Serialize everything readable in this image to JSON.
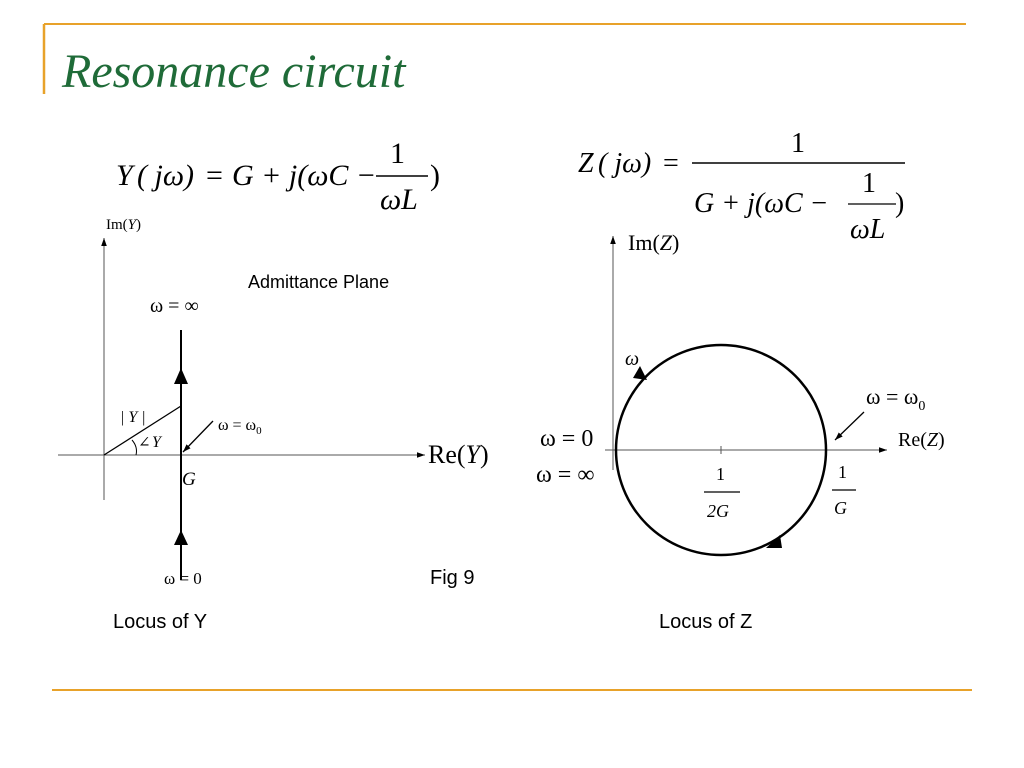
{
  "slide": {
    "title": "Resonance circuit",
    "accent_color": "#e8a22a",
    "title_color": "#1f6b38"
  },
  "eq_y": {
    "lhs_fn": "Y",
    "lhs_arg": "( jω)",
    "eq": "=",
    "body": "G + j(ωC −",
    "frac_num": "1",
    "frac_den": "ωL",
    "close": ")"
  },
  "eq_z": {
    "lhs_fn": "Z",
    "lhs_arg": "( jω)",
    "eq": "=",
    "num": "1",
    "den_body": "G + j(ωC −",
    "frac_num": "1",
    "frac_den": "ωL",
    "close": ")"
  },
  "admittance": {
    "im_axis_pre": "Im(",
    "im_axis_var": "Y",
    "im_axis_post": ")",
    "re_axis_pre": "Re(",
    "re_axis_var": "Y",
    "re_axis_post": ")",
    "plane_label": "Admittance Plane",
    "omega_inf": "ω = ∞",
    "omega_zero": "ω = 0",
    "omega_res": "ω = ω",
    "omega_res_sub": "0",
    "mag_label": "| Y |",
    "angle_sym": "∠",
    "angle_var": "Y",
    "g_label": "G",
    "caption": "Locus of Y"
  },
  "impedance": {
    "im_axis_pre": "Im(",
    "im_axis_var": "Z",
    "im_axis_post": ")",
    "re_axis_pre": "Re(",
    "re_axis_var": "Z",
    "re_axis_post": ")",
    "omega_label": "ω",
    "omega_res": "ω = ω",
    "omega_res_sub": "0",
    "omega_zero": "ω = 0",
    "omega_inf": "ω = ∞",
    "half_num": "1",
    "half_den": "2G",
    "full_num": "1",
    "full_den": "G",
    "caption": "Locus of Z"
  },
  "figure": {
    "label": "Fig 9"
  }
}
